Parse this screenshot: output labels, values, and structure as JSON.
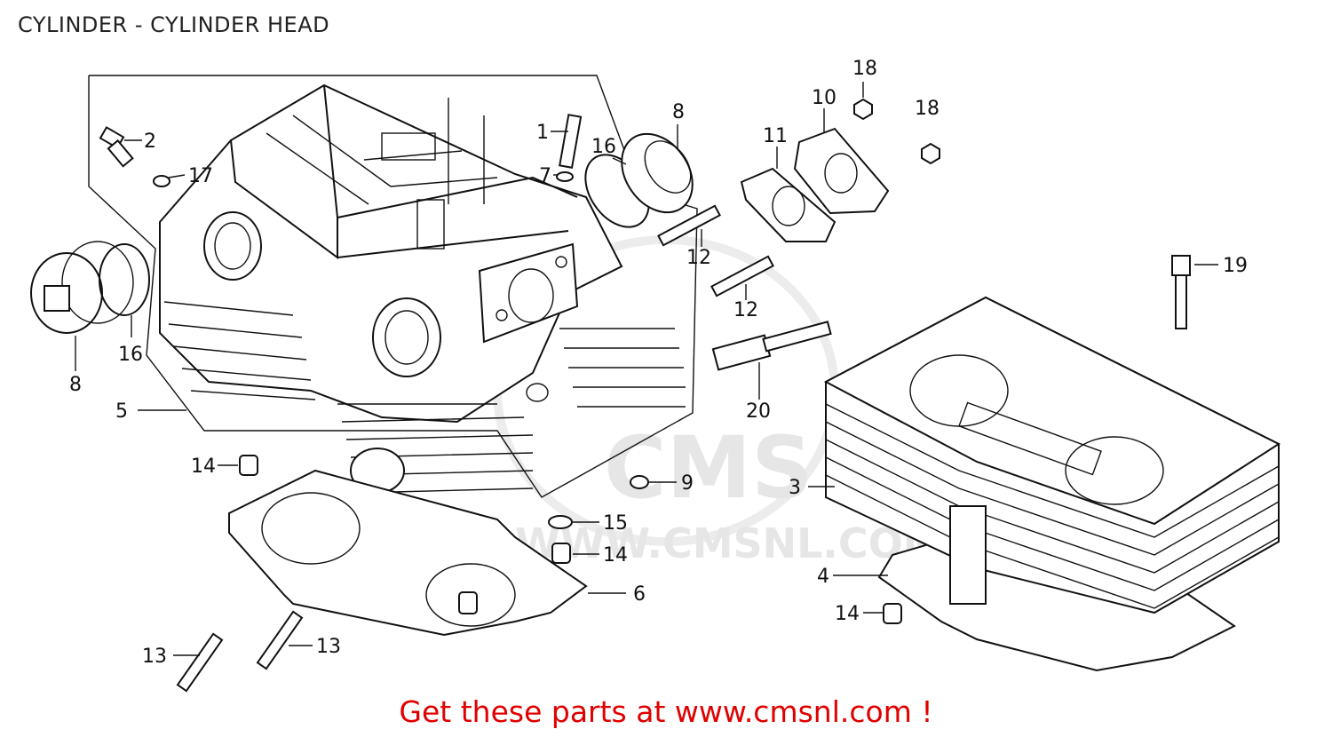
{
  "title": "CYLINDER - CYLINDER HEAD",
  "footer": "Get these parts at www.cmsnl.com !",
  "watermark": {
    "logo": "CMS",
    "url": "WWW.CMSNL.COM"
  },
  "colors": {
    "footer": "#e00000",
    "line": "#111111",
    "watermark": "#e6e6e6"
  },
  "callouts": [
    {
      "id": "c1",
      "label": "1"
    },
    {
      "id": "c2",
      "label": "2"
    },
    {
      "id": "c3",
      "label": "3"
    },
    {
      "id": "c4",
      "label": "4"
    },
    {
      "id": "c5",
      "label": "5"
    },
    {
      "id": "c6",
      "label": "6"
    },
    {
      "id": "c7",
      "label": "7"
    },
    {
      "id": "c8a",
      "label": "8"
    },
    {
      "id": "c8b",
      "label": "8"
    },
    {
      "id": "c9",
      "label": "9"
    },
    {
      "id": "c10",
      "label": "10"
    },
    {
      "id": "c11",
      "label": "11"
    },
    {
      "id": "c12a",
      "label": "12"
    },
    {
      "id": "c12b",
      "label": "12"
    },
    {
      "id": "c13a",
      "label": "13"
    },
    {
      "id": "c13b",
      "label": "13"
    },
    {
      "id": "c14a",
      "label": "14"
    },
    {
      "id": "c14b",
      "label": "14"
    },
    {
      "id": "c14c",
      "label": "14"
    },
    {
      "id": "c15",
      "label": "15"
    },
    {
      "id": "c16a",
      "label": "16"
    },
    {
      "id": "c16b",
      "label": "16"
    },
    {
      "id": "c17",
      "label": "17"
    },
    {
      "id": "c18a",
      "label": "18"
    },
    {
      "id": "c18b",
      "label": "18"
    },
    {
      "id": "c19",
      "label": "19"
    },
    {
      "id": "c20",
      "label": "20"
    }
  ]
}
